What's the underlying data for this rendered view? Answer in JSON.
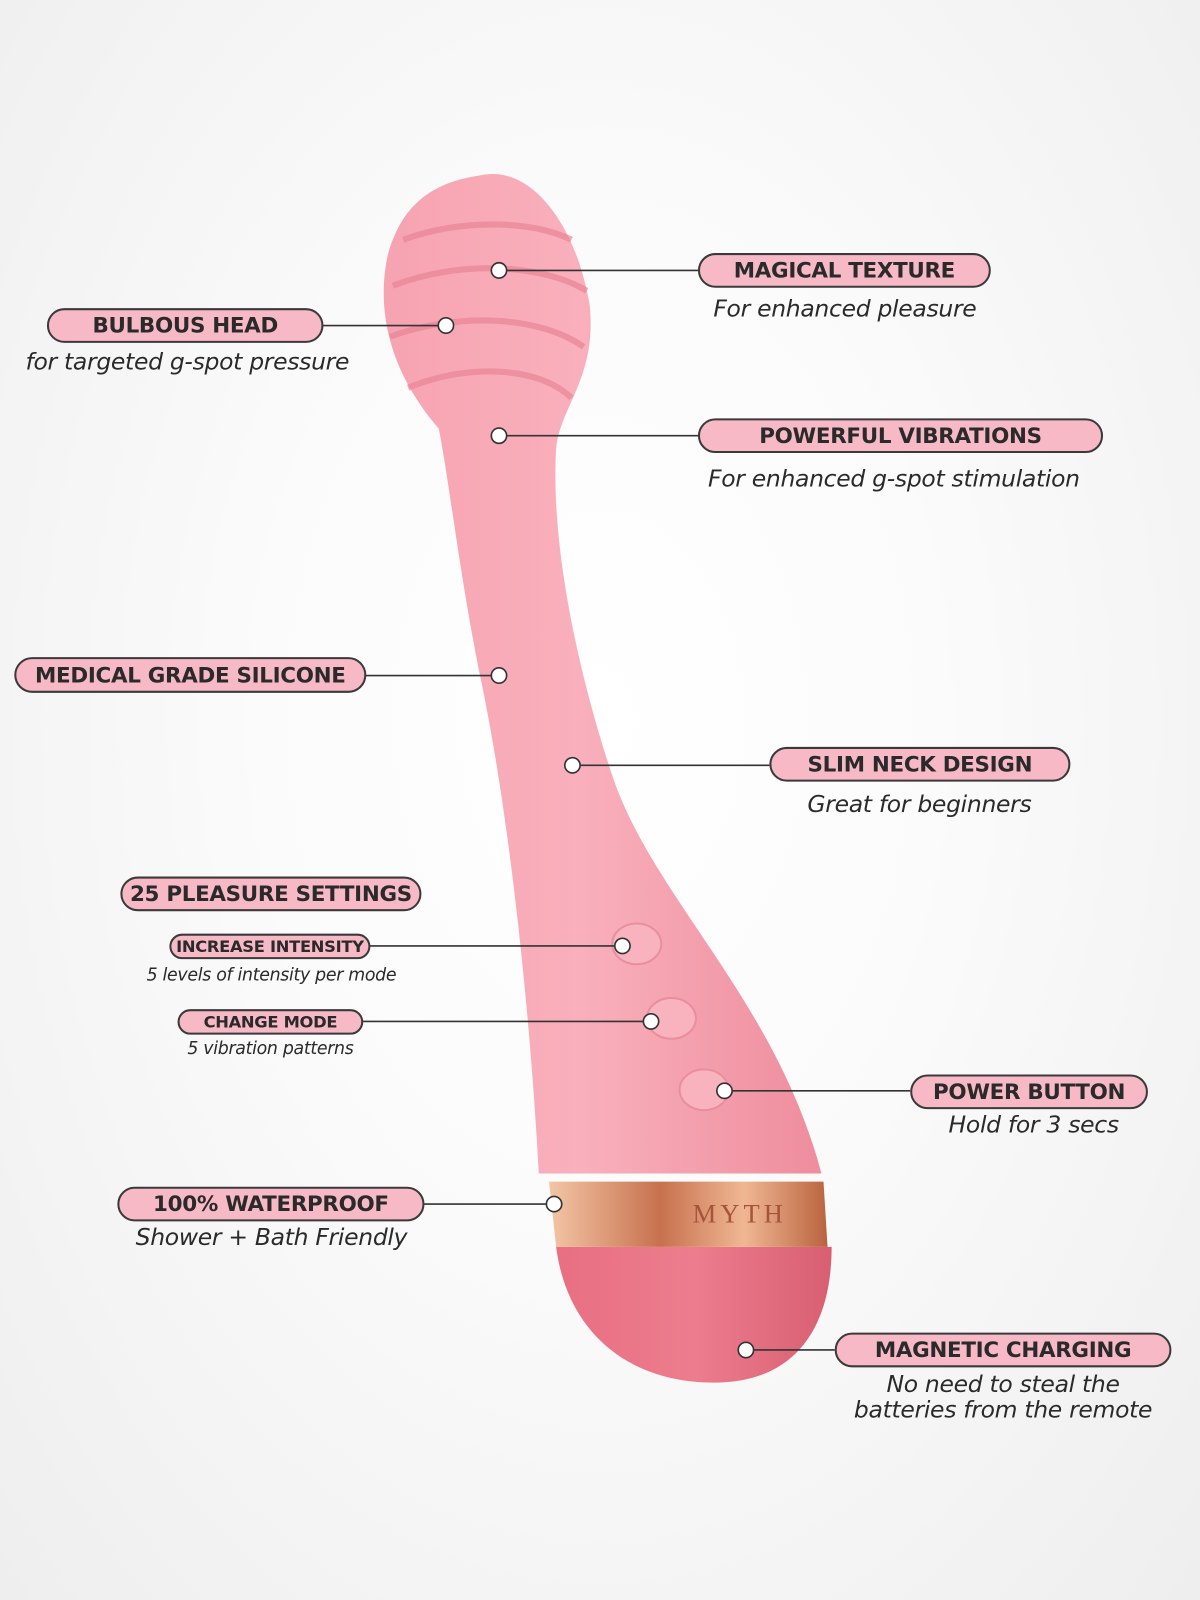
{
  "brand_logo": "MYTH",
  "colors": {
    "pill": "#f8b9c7",
    "product": "#f49aa8",
    "base": "#e4707f",
    "band": "#d58a64",
    "outline": "#3a3a3a"
  },
  "callouts": {
    "magical_texture": {
      "title": "MAGICAL TEXTURE",
      "subtitle": "For enhanced pleasure"
    },
    "bulbous_head": {
      "title": "BULBOUS HEAD",
      "subtitle": "for targeted g-spot pressure"
    },
    "powerful_vibrations": {
      "title": "POWERFUL VIBRATIONS",
      "subtitle": "For enhanced g-spot stimulation"
    },
    "medical_grade": {
      "title": "MEDICAL GRADE SILICONE"
    },
    "slim_neck": {
      "title": "SLIM NECK DESIGN",
      "subtitle": "Great for beginners"
    },
    "pleasure_settings": {
      "title": "25 PLEASURE SETTINGS"
    },
    "increase_intensity": {
      "title": "INCREASE INTENSITY",
      "subtitle": "5 levels of intensity per mode"
    },
    "change_mode": {
      "title": "CHANGE MODE",
      "subtitle": "5 vibration patterns"
    },
    "power_button": {
      "title": "POWER BUTTON",
      "subtitle": "Hold for 3 secs"
    },
    "waterproof": {
      "title": "100% WATERPROOF",
      "subtitle": "Shower + Bath Friendly"
    },
    "magnetic_charging": {
      "title": "MAGNETIC CHARGING",
      "subtitle_line1": "No need to steal the",
      "subtitle_line2": "batteries from the remote"
    }
  }
}
